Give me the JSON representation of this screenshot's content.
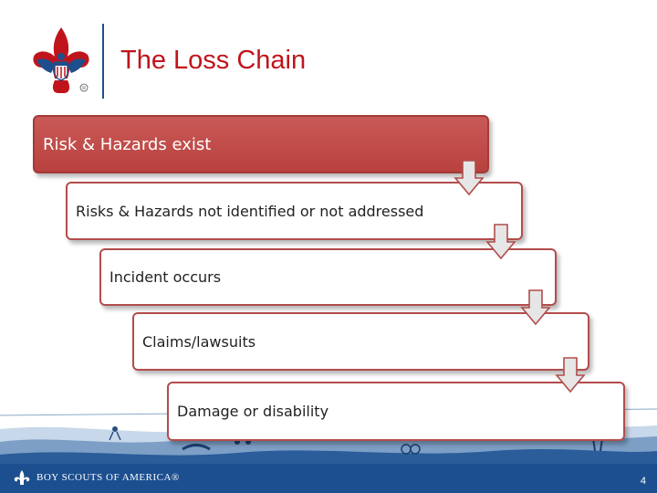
{
  "header": {
    "title": "The Loss Chain",
    "logo_icon": "bsa-fleur-de-lis-icon"
  },
  "chain": {
    "steps": [
      {
        "label": "Risk & Hazards exist"
      },
      {
        "label": "Risks & Hazards not identified or not addressed"
      },
      {
        "label": "Incident occurs"
      },
      {
        "label": "Claims/lawsuits"
      },
      {
        "label": "Damage or disability"
      }
    ],
    "connector_icon": "down-arrow-icon"
  },
  "footer": {
    "brand": "BOY SCOUTS OF AMERICA®",
    "page_number": "4"
  },
  "colors": {
    "title": "#c0141c",
    "step_border": "#b24d4c",
    "first_step_fill": "#c0504d",
    "footer_blue": "#1c4f8f"
  }
}
